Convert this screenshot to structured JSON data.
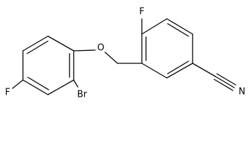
{
  "atoms": {
    "fluorine_right_ring": "F",
    "fluorine_left_ring": "F",
    "oxygen": "O",
    "bromine": "Br",
    "nitrile_nitrogen": "N"
  }
}
